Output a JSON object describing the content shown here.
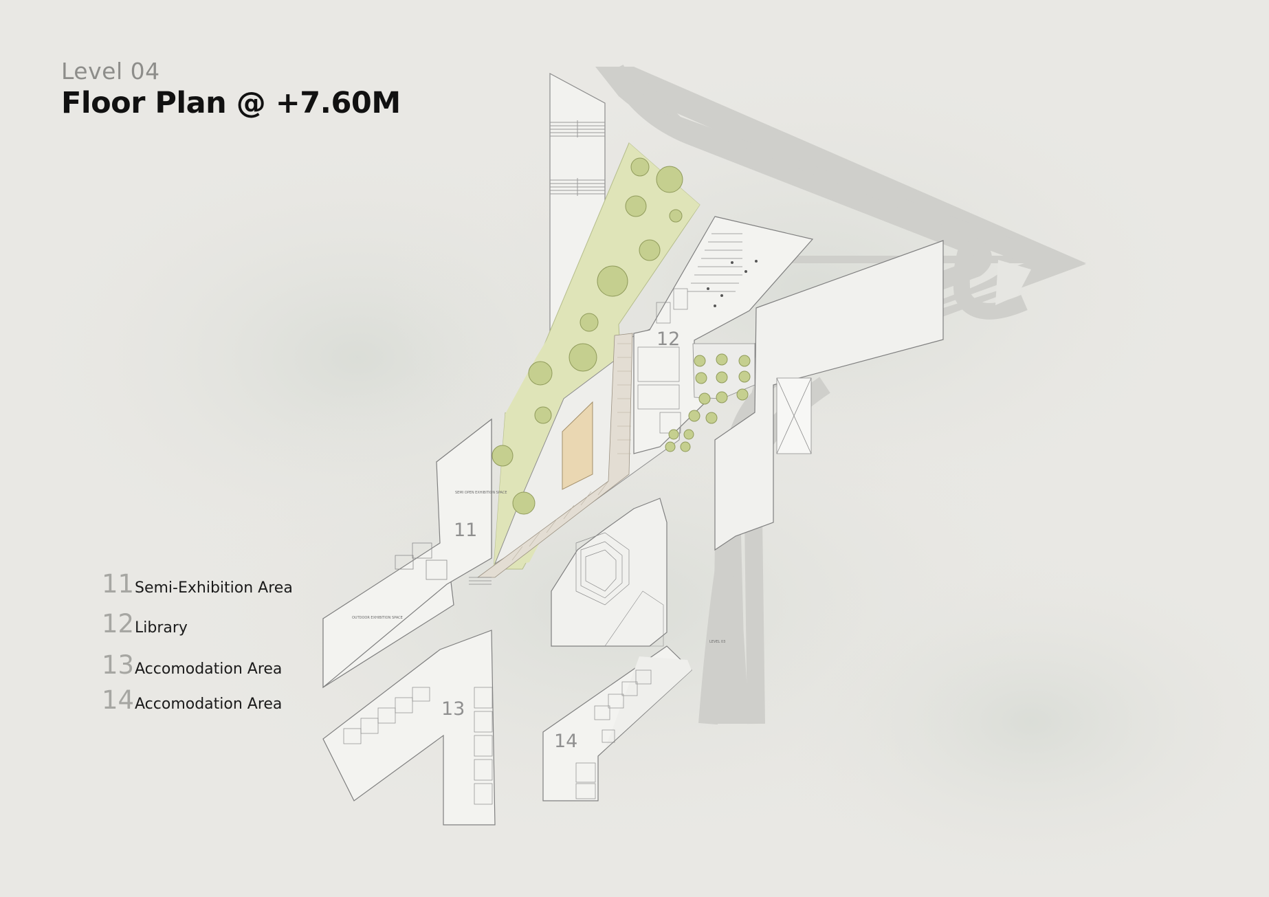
{
  "header": {
    "level": "Level 04",
    "title": "Floor Plan @ +7.60M"
  },
  "legend": [
    {
      "num": "11",
      "label": "Semi-Exhibition Area"
    },
    {
      "num": "12",
      "label": "Library"
    },
    {
      "num": "13",
      "label": "Accomodation Area"
    },
    {
      "num": "14",
      "label": "Accomodation Area"
    }
  ],
  "plan": {
    "zone_11": "11",
    "zone_12": "12",
    "zone_13": "13",
    "zone_14": "14",
    "level_note": "LEVEL 03",
    "room_label_a": "SEMI OPEN EXHIBITION SPACE",
    "room_label_b": "OUTDOOR EXHIBITION SPACE"
  },
  "colors": {
    "background": "#e9e8e4",
    "road": "#cfcfcb",
    "landscape": "#dfe4b8",
    "building": "#f2f2ef",
    "court": "#ead7b2",
    "tree": "#c5cf8f"
  }
}
